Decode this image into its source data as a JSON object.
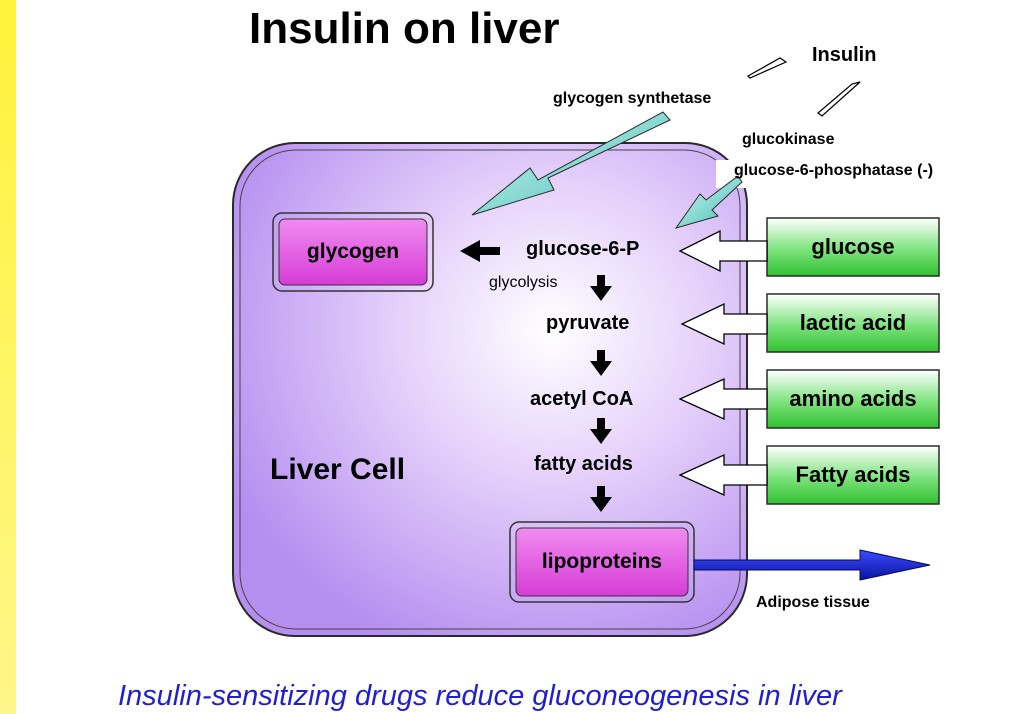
{
  "title": "Insulin on liver",
  "labels": {
    "insulin": "Insulin",
    "glycogen_synthetase": "glycogen synthetase",
    "glucokinase": "glucokinase",
    "glucose6phosphatase": "glucose-6-phosphatase (-)",
    "glucose6p": "glucose-6-P",
    "glycolysis": "glycolysis",
    "pyruvate": "pyruvate",
    "acetyl_coa": "acetyl CoA",
    "fatty_acids_inner": "fatty acids",
    "liver_cell": "Liver Cell",
    "adipose_tissue": "Adipose tissue"
  },
  "boxes": {
    "glycogen": "glycogen",
    "lipoproteins": "lipoproteins"
  },
  "inputs": [
    "glucose",
    "lactic acid",
    "amino acids",
    "Fatty acids"
  ],
  "footer": "Insulin-sensitizing drugs reduce gluconeogenesis in liver",
  "colors": {
    "cell_fill": "#c7a0f4",
    "cell_border": "#2a2a2a",
    "magenta_box": "#e04de0",
    "green_box": "#40cf40",
    "teal_arrow": "#6fd7cf",
    "blue_arrow": "#1a2be0",
    "footer_text": "#1f1fd1",
    "left_strip": "#fff23a"
  }
}
